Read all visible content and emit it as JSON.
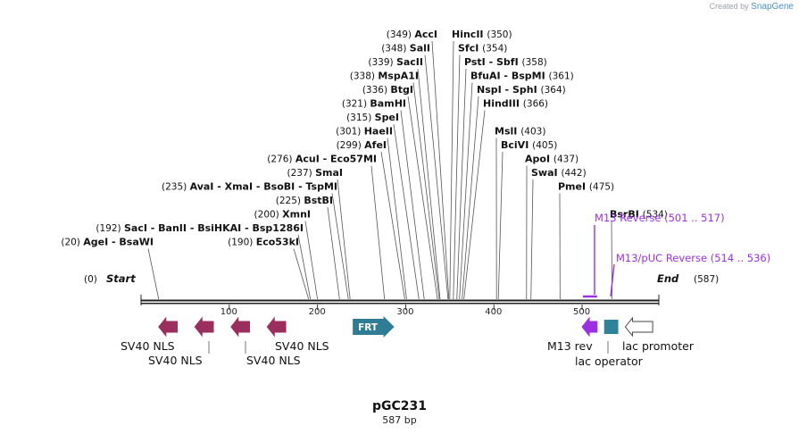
{
  "watermark": {
    "prefix": "Created by",
    "brand": "SnapGene"
  },
  "plasmid": {
    "name": "pGC231",
    "length_label": "587 bp",
    "length": 587
  },
  "colors": {
    "line": "#222222",
    "site_line": "#555555",
    "primer": "#9b30e0",
    "nls": "#9a2f5e",
    "frt": "#2e7d94",
    "lac_operator": "#2e8399"
  },
  "ends": {
    "start_pos": "(0)",
    "start_label": "Start",
    "end_label": "End",
    "end_pos": "(587)"
  },
  "ticks": [
    {
      "pos": 100,
      "label": "100"
    },
    {
      "pos": 200,
      "label": "200"
    },
    {
      "pos": 300,
      "label": "300"
    },
    {
      "pos": 400,
      "label": "400"
    },
    {
      "pos": 500,
      "label": "500"
    }
  ],
  "sites_left": [
    {
      "row": 0,
      "pos": "(349)",
      "names": [
        "AccI"
      ],
      "bp": 349
    },
    {
      "row": 1,
      "pos": "(348)",
      "names": [
        "SalI"
      ],
      "bp": 348
    },
    {
      "row": 2,
      "pos": "(339)",
      "names": [
        "SacII"
      ],
      "bp": 339
    },
    {
      "row": 3,
      "pos": "(338)",
      "names": [
        "MspA1I"
      ],
      "bp": 338
    },
    {
      "row": 4,
      "pos": "(336)",
      "names": [
        "BtgI"
      ],
      "bp": 336
    },
    {
      "row": 5,
      "pos": "(321)",
      "names": [
        "BamHI"
      ],
      "bp": 321
    },
    {
      "row": 6,
      "pos": "(315)",
      "names": [
        "SpeI"
      ],
      "bp": 315
    },
    {
      "row": 7,
      "pos": "(301)",
      "names": [
        "HaeII"
      ],
      "bp": 301
    },
    {
      "row": 8,
      "pos": "(299)",
      "names": [
        "AfeI"
      ],
      "bp": 299
    },
    {
      "row": 9,
      "pos": "(276)",
      "names": [
        "AcuI",
        "Eco57MI"
      ],
      "bp": 276
    },
    {
      "row": 10,
      "pos": "(237)",
      "names": [
        "SmaI"
      ],
      "bp": 237
    },
    {
      "row": 11,
      "pos": "(235)",
      "names": [
        "AvaI",
        "XmaI",
        "BsoBI",
        "TspMI"
      ],
      "bp": 235
    },
    {
      "row": 12,
      "pos": "(225)",
      "names": [
        "BstBI"
      ],
      "bp": 225
    },
    {
      "row": 13,
      "pos": "(200)",
      "names": [
        "XmnI"
      ],
      "bp": 200
    },
    {
      "row": 14,
      "pos": "(192)",
      "names": [
        "SacI",
        "BanII",
        "BsiHKAI",
        "Bsp1286I"
      ],
      "bp": 192
    },
    {
      "row": 15,
      "pos": "(190)",
      "names": [
        "Eco53kI"
      ],
      "bp": 190
    },
    {
      "row": 15,
      "pos": "(20)",
      "names": [
        "AgeI",
        "BsaWI"
      ],
      "bp": 20
    }
  ],
  "sites_right": [
    {
      "row": 0,
      "names": [
        "HincII"
      ],
      "pos": "(350)",
      "bp": 350
    },
    {
      "row": 1,
      "names": [
        "SfcI"
      ],
      "pos": "(354)",
      "bp": 354
    },
    {
      "row": 2,
      "names": [
        "PstI",
        "SbfI"
      ],
      "pos": "(358)",
      "bp": 358
    },
    {
      "row": 3,
      "names": [
        "BfuAI",
        "BspMI"
      ],
      "pos": "(361)",
      "bp": 361
    },
    {
      "row": 4,
      "names": [
        "NspI",
        "SphI"
      ],
      "pos": "(364)",
      "bp": 364
    },
    {
      "row": 5,
      "names": [
        "HindIII"
      ],
      "pos": "(366)",
      "bp": 366
    },
    {
      "row": 7,
      "names": [
        "MslI"
      ],
      "pos": "(403)",
      "bp": 403
    },
    {
      "row": 8,
      "names": [
        "BciVI"
      ],
      "pos": "(405)",
      "bp": 405
    },
    {
      "row": 9,
      "names": [
        "ApoI"
      ],
      "pos": "(437)",
      "bp": 437
    },
    {
      "row": 10,
      "names": [
        "SwaI"
      ],
      "pos": "(442)",
      "bp": 442
    },
    {
      "row": 11,
      "names": [
        "PmeI"
      ],
      "pos": "(475)",
      "bp": 475
    },
    {
      "row": 13,
      "names": [
        "BsrBI"
      ],
      "pos": "(534)",
      "bp": 534
    }
  ],
  "primers": [
    {
      "name": "M13 Reverse",
      "range": "(501 .. 517)",
      "start": 501,
      "end": 517
    },
    {
      "name": "M13/pUC Reverse",
      "range": "(514 .. 536)",
      "start": 514,
      "end": 536
    }
  ],
  "features": [
    {
      "name": "SV40 NLS",
      "type": "nls",
      "start": 20,
      "end": 41,
      "dir": "left"
    },
    {
      "name": "SV40 NLS",
      "type": "nls",
      "start": 61,
      "end": 82,
      "dir": "left"
    },
    {
      "name": "SV40 NLS",
      "type": "nls",
      "start": 102,
      "end": 123,
      "dir": "left"
    },
    {
      "name": "SV40 NLS",
      "type": "nls",
      "start": 143,
      "end": 164,
      "dir": "left"
    },
    {
      "name": "FRT",
      "type": "frt",
      "start": 240,
      "end": 287,
      "dir": "right"
    },
    {
      "name": "M13 rev",
      "type": "m13rev",
      "start": 500,
      "end": 517,
      "dir": "left"
    },
    {
      "name": "lac operator",
      "type": "lacop",
      "start": 525,
      "end": 541,
      "dir": "none"
    },
    {
      "name": "lac promoter",
      "type": "lacprom",
      "start": 549,
      "end": 580,
      "dir": "left"
    }
  ]
}
